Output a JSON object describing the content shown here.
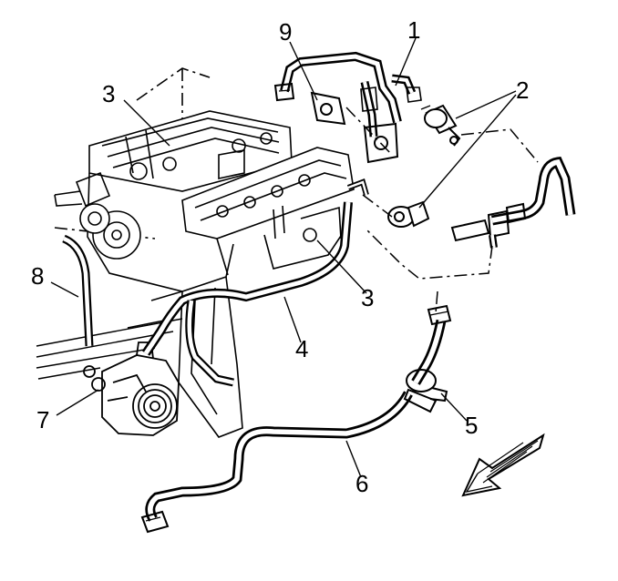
{
  "diagram": {
    "callouts": [
      {
        "id": "c1",
        "label": "1"
      },
      {
        "id": "c2",
        "label": "2"
      },
      {
        "id": "c3a",
        "label": "3"
      },
      {
        "id": "c3b",
        "label": "3"
      },
      {
        "id": "c4",
        "label": "4"
      },
      {
        "id": "c5",
        "label": "5"
      },
      {
        "id": "c6",
        "label": "6"
      },
      {
        "id": "c7",
        "label": "7"
      },
      {
        "id": "c8",
        "label": "8"
      },
      {
        "id": "c9",
        "label": "9"
      }
    ],
    "colors": {
      "ink": "#000000",
      "paper": "#ffffff",
      "shade": "#d9d9d9"
    }
  }
}
